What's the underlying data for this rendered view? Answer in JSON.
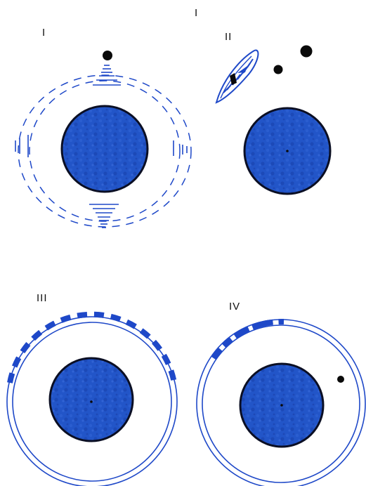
{
  "labels": {
    "top": "I",
    "panel1": "I",
    "panel2": "II",
    "panel3": "III",
    "panel4": "IV"
  },
  "colors": {
    "planet_fill": "#1f4fc0",
    "planet_outline": "#0b0f24",
    "ring_line": "#1e48c8",
    "dark_dot": "#0a0a0a"
  }
}
